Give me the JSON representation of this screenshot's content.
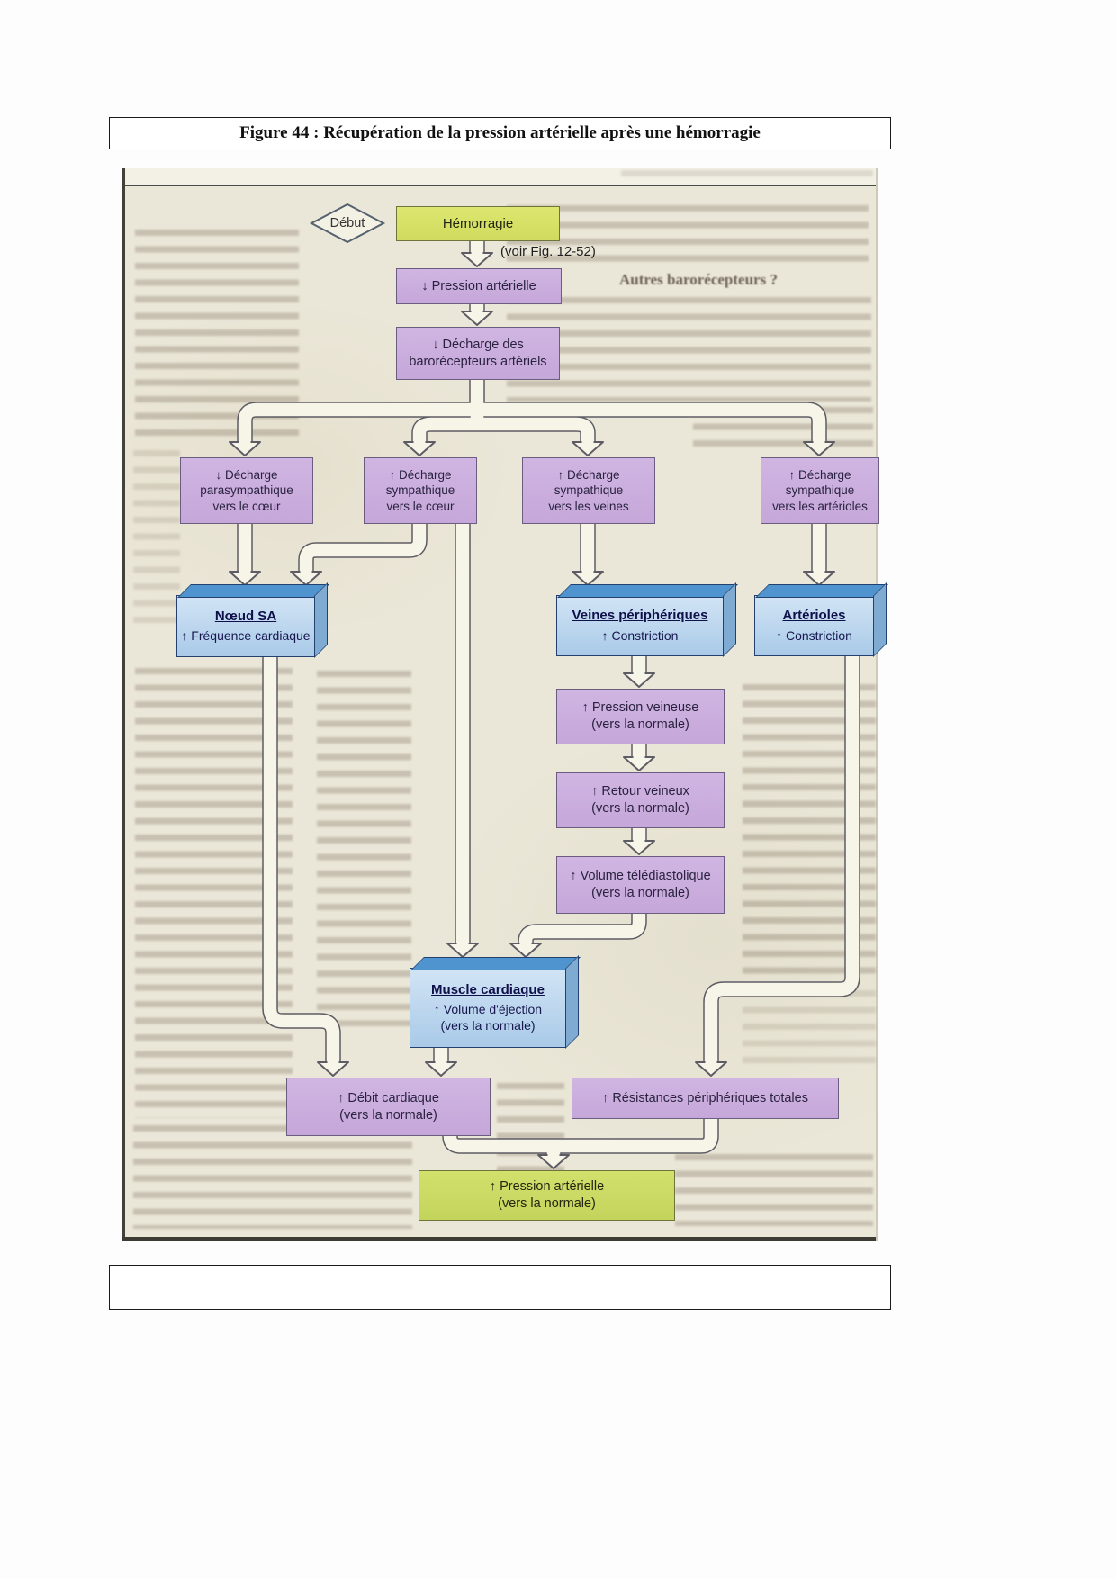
{
  "figure": {
    "title": "Figure 44 : Récupération de la pression artérielle après une hémorragie"
  },
  "diagram": {
    "start_label": "Début",
    "reference_note": "(voir Fig. 12-52)",
    "background_heading": "Autres barorécepteurs ?",
    "nodes": {
      "hemorrhage": {
        "label": "Hémorragie"
      },
      "arterial_pressure_drop": {
        "line1": "↓ Pression artérielle"
      },
      "baroreceptor_discharge": {
        "line1": "↓ Décharge des",
        "line2": "barorécepteurs artériels"
      },
      "parasympathetic_heart": {
        "line1": "↓ Décharge",
        "line2": "parasympathique",
        "line3": "vers le cœur"
      },
      "sympathetic_heart": {
        "line1": "↑ Décharge",
        "line2": "sympathique",
        "line3": "vers le cœur"
      },
      "sympathetic_veins": {
        "line1": "↑ Décharge",
        "line2": "sympathique",
        "line3": "vers les veines"
      },
      "sympathetic_arterioles": {
        "line1": "↑ Décharge",
        "line2": "sympathique",
        "line3": "vers les artérioles"
      },
      "sa_node": {
        "title": "Nœud SA",
        "line1": "↑ Fréquence cardiaque"
      },
      "peripheral_veins": {
        "title": "Veines périphériques",
        "line1": "↑ Constriction"
      },
      "arterioles": {
        "title": "Artérioles",
        "line1": "↑ Constriction"
      },
      "venous_pressure": {
        "line1": "↑ Pression veineuse",
        "line2": "(vers la normale)"
      },
      "venous_return": {
        "line1": "↑ Retour veineux",
        "line2": "(vers la normale)"
      },
      "end_diastolic_volume": {
        "line1": "↑ Volume télédiastolique",
        "line2": "(vers la normale)"
      },
      "cardiac_muscle": {
        "title": "Muscle cardiaque",
        "line1": "↑ Volume d'éjection",
        "line2": "(vers la normale)"
      },
      "cardiac_output": {
        "line1": "↑ Débit cardiaque",
        "line2": "(vers la normale)"
      },
      "total_peripheral_resistance": {
        "line1": "↑ Résistances périphériques totales"
      },
      "arterial_pressure_recovery": {
        "line1": "↑ Pression artérielle",
        "line2": "(vers la normale)"
      }
    }
  },
  "colors": {
    "box_purple": "#c9aede",
    "box_green": "#d7e268",
    "box_green_final": "#cbdb66",
    "box_blue_front": "#bdd6ef",
    "box_blue_top": "#4f94ce",
    "arrow_fill": "#f7f4e8",
    "arrow_outline": "#5d5c64",
    "scan_background": "#ebe7d8"
  }
}
